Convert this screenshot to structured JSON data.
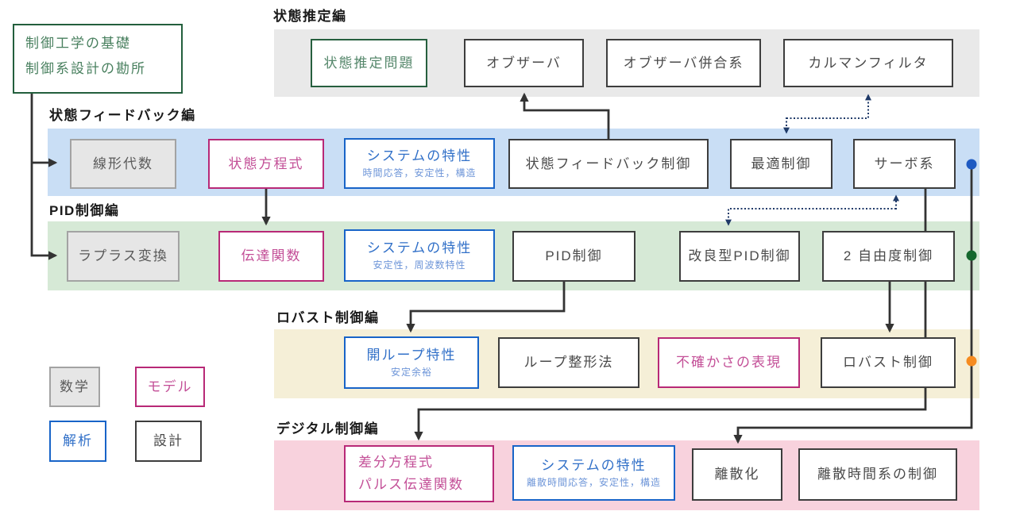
{
  "intro": {
    "line1": "制御工学の基礎",
    "line2": "制御系設計の勘所"
  },
  "sections": [
    {
      "title": "状態推定編",
      "boxes": [
        {
          "label": "状態推定問題",
          "type": "green"
        },
        {
          "label": "オブザーバ",
          "type": "design"
        },
        {
          "label": "オブザーバ併合系",
          "type": "design"
        },
        {
          "label": "カルマンフィルタ",
          "type": "design"
        }
      ]
    },
    {
      "title": "状態フィードバック編",
      "boxes": [
        {
          "label": "線形代数",
          "type": "math"
        },
        {
          "label": "状態方程式",
          "type": "model"
        },
        {
          "label": "システムの特性",
          "sublabel": "時間応答，安定性，構造",
          "type": "analysis"
        },
        {
          "label": "状態フィードバック制御",
          "type": "design"
        },
        {
          "label": "最適制御",
          "type": "design"
        },
        {
          "label": "サーボ系",
          "type": "design"
        }
      ]
    },
    {
      "title": "PID制御編",
      "boxes": [
        {
          "label": "ラプラス変換",
          "type": "math"
        },
        {
          "label": "伝達関数",
          "type": "model"
        },
        {
          "label": "システムの特性",
          "sublabel": "安定性，周波数特性",
          "type": "analysis"
        },
        {
          "label": "PID制御",
          "type": "design"
        },
        {
          "label": "改良型PID制御",
          "type": "design"
        },
        {
          "label": "2 自由度制御",
          "type": "design"
        }
      ]
    },
    {
      "title": "ロバスト制御編",
      "boxes": [
        {
          "label": "開ループ特性",
          "sublabel": "安定余裕",
          "type": "analysis"
        },
        {
          "label": "ループ整形法",
          "type": "design"
        },
        {
          "label": "不確かさの表現",
          "type": "model"
        },
        {
          "label": "ロバスト制御",
          "type": "design"
        }
      ]
    },
    {
      "title": "デジタル制御編",
      "boxes": [
        {
          "label": "差分方程式",
          "label2": "パルス伝達関数",
          "type": "model"
        },
        {
          "label": "システムの特性",
          "sublabel": "離散時間応答，安定性，構造",
          "type": "analysis"
        },
        {
          "label": "離散化",
          "type": "design"
        },
        {
          "label": "離散時間系の制御",
          "type": "design"
        }
      ]
    }
  ],
  "legend": [
    {
      "label": "数学",
      "type": "math"
    },
    {
      "label": "モデル",
      "type": "model"
    },
    {
      "label": "解析",
      "type": "analysis"
    },
    {
      "label": "設計",
      "type": "design"
    }
  ],
  "colors": {
    "band_estimation": "#e9e9e9",
    "band_feedback": "#c9def5",
    "band_pid": "#d6e9d6",
    "band_robust": "#f5efd7",
    "band_digital": "#f8d2dd",
    "accent_green": "#265f3e",
    "accent_magenta": "#b82977",
    "accent_blue": "#1864c8",
    "connector_dark": "#333333",
    "connector_dotted_navy": "#1f3a68",
    "route_dot_blue": "#1e5ac2",
    "route_dot_green": "#15682e",
    "route_dot_orange": "#f68b1f"
  }
}
